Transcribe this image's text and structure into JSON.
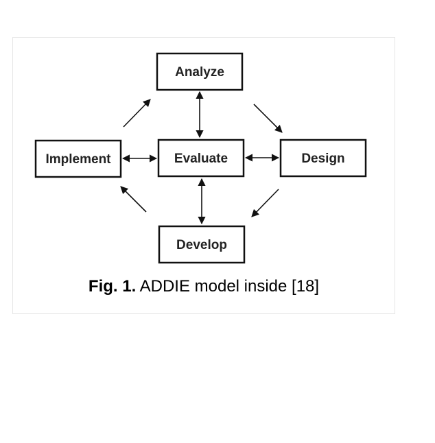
{
  "diagram": {
    "nodes": {
      "analyze": "Analyze",
      "implement": "Implement",
      "evaluate": "Evaluate",
      "design": "Design",
      "develop": "Develop"
    }
  },
  "caption": {
    "label": "Fig. 1.",
    "text": " ADDIE model inside [18]"
  },
  "colors": {
    "stroke": "#111111",
    "text": "#222222",
    "frame_border": "#e6e6e6"
  }
}
